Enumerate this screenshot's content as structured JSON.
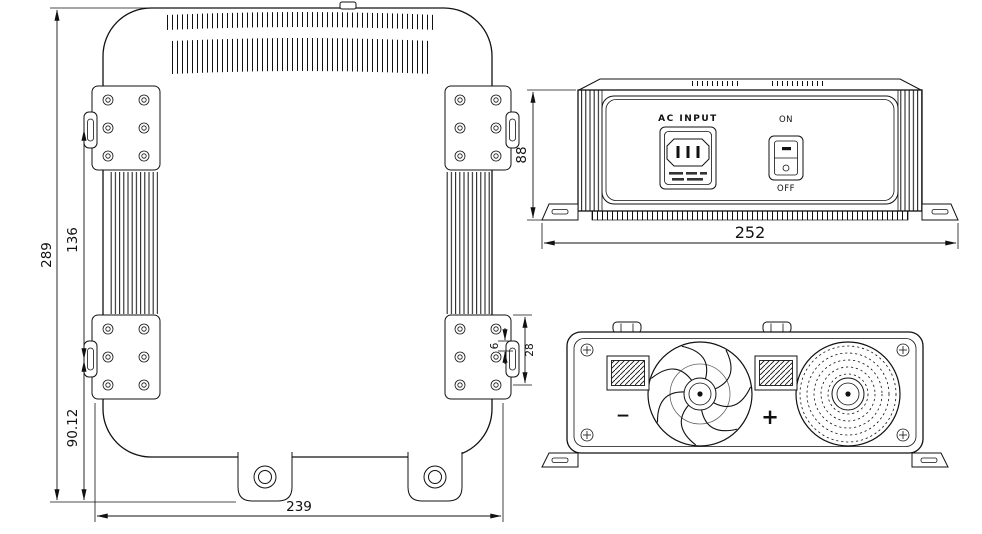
{
  "meta": {
    "paper_color": "#ffffff",
    "ink_color": "#111111"
  },
  "plan_view": {
    "dim_overall_height": "289",
    "dim_bracket_span": "136",
    "dim_lower_offset": "90.12",
    "dim_overall_width": "239",
    "dim_bracket_height": "28",
    "dim_slot": "6"
  },
  "front_view": {
    "label_ac_input": "AC INPUT",
    "label_on": "ON",
    "label_off": "OFF",
    "dim_height": "88",
    "dim_width": "252"
  },
  "rear_view": {
    "label_minus": "−",
    "label_plus": "+"
  }
}
